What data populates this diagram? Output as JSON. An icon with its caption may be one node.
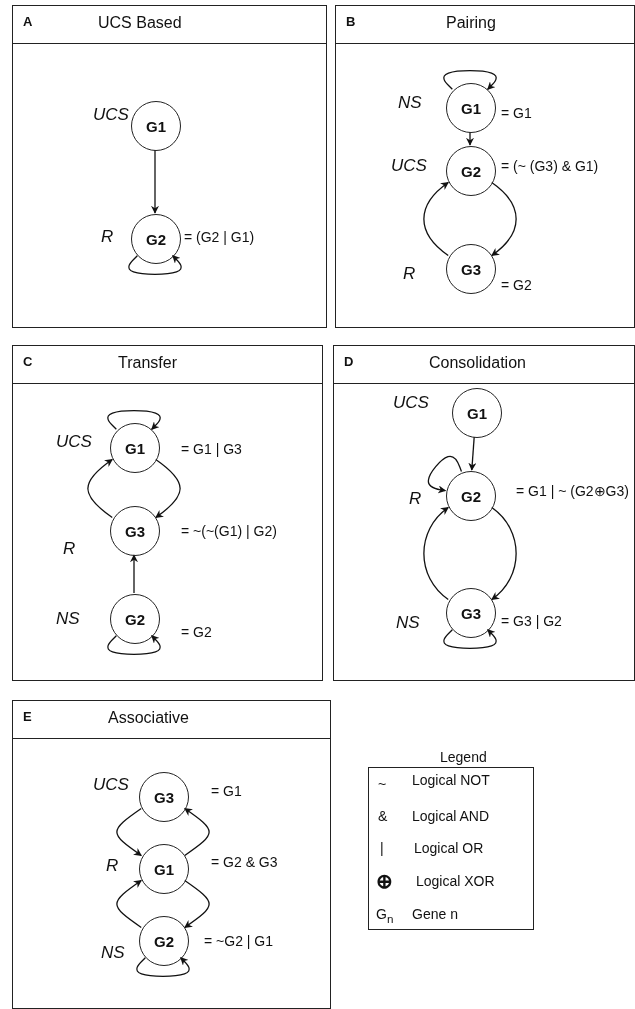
{
  "diagram": {
    "nodes": [
      {
        "text": [
          "A",
          "UCS Based"
        ]
      },
      {
        "text": [
          "G1"
        ],
        "in": 0,
        "beside": [
          "UCS"
        ]
      },
      {
        "text": [
          "G2"
        ],
        "in": 0,
        "beside": [
          "R",
          "= (G2 | G1)"
        ]
      },
      {
        "text": [
          "B",
          "Pairing"
        ]
      },
      {
        "text": [
          "G1"
        ],
        "in": 3,
        "beside": [
          "NS",
          "= G1"
        ]
      },
      {
        "text": [
          "G2"
        ],
        "in": 3,
        "beside": [
          "UCS",
          "= (~ (G3) & G1)"
        ]
      },
      {
        "text": [
          "G3"
        ],
        "in": 3,
        "beside": [
          "R",
          "= G2"
        ]
      },
      {
        "text": [
          "C",
          "Transfer"
        ]
      },
      {
        "text": [
          "G1"
        ],
        "in": 7,
        "beside": [
          "UCS",
          "= G1 | G3"
        ]
      },
      {
        "text": [
          "G3"
        ],
        "in": 7,
        "beside": [
          "R",
          "= ~(~(G1) | G2)"
        ]
      },
      {
        "text": [
          "G2"
        ],
        "in": 7,
        "beside": [
          "NS",
          "= G2"
        ]
      },
      {
        "text": [
          "D",
          "Consolidation"
        ]
      },
      {
        "text": [
          "G1"
        ],
        "in": 11,
        "beside": [
          "UCS"
        ]
      },
      {
        "text": [
          "G2"
        ],
        "in": 11,
        "beside": [
          "R",
          "= G1 | ~ (G2⊕G3)"
        ]
      },
      {
        "text": [
          "G3"
        ],
        "in": 11,
        "beside": [
          "NS",
          "= G3 | G2"
        ]
      },
      {
        "text": [
          "E",
          "Associative"
        ]
      },
      {
        "text": [
          "G3"
        ],
        "in": 15,
        "beside": [
          "UCS",
          "= G1"
        ]
      },
      {
        "text": [
          "G1"
        ],
        "in": 15,
        "beside": [
          "R",
          "= G2 & G3"
        ]
      },
      {
        "text": [
          "G2"
        ],
        "in": 15,
        "beside": [
          "NS",
          "= ~G2 | G1"
        ]
      }
    ],
    "edges": [
      {
        "from": 1,
        "to": 2,
        "arrow": "to"
      },
      {
        "from": 2,
        "to": 2,
        "arrow": "to"
      },
      {
        "from": 4,
        "to": 4,
        "arrow": "to"
      },
      {
        "from": 4,
        "to": 5,
        "arrow": "to"
      },
      {
        "from": 5,
        "to": 6,
        "arrow": "to"
      },
      {
        "from": 6,
        "to": 5,
        "arrow": "to"
      },
      {
        "from": 8,
        "to": 8,
        "arrow": "to"
      },
      {
        "from": 8,
        "to": 9,
        "arrow": "to"
      },
      {
        "from": 9,
        "to": 8,
        "arrow": "to"
      },
      {
        "from": 10,
        "to": 9,
        "arrow": "to"
      },
      {
        "from": 10,
        "to": 10,
        "arrow": "to"
      },
      {
        "from": 12,
        "to": 13,
        "arrow": "to"
      },
      {
        "from": 13,
        "to": 13,
        "arrow": "to"
      },
      {
        "from": 13,
        "to": 14,
        "arrow": "to"
      },
      {
        "from": 14,
        "to": 13,
        "arrow": "to"
      },
      {
        "from": 14,
        "to": 14,
        "arrow": "to"
      },
      {
        "from": 16,
        "to": 17,
        "arrow": "to"
      },
      {
        "from": 17,
        "to": 16,
        "arrow": "to"
      },
      {
        "from": 17,
        "to": 18,
        "arrow": "to"
      },
      {
        "from": 18,
        "to": 17,
        "arrow": "to"
      },
      {
        "from": 18,
        "to": 18,
        "arrow": "to"
      }
    ],
    "labels": [
      "Legend",
      "~",
      "Logical NOT",
      "&",
      "Logical AND",
      "|",
      "Logical OR",
      "⊕",
      "Logical XOR",
      "G$_{n}$",
      "Gene n"
    ]
  }
}
